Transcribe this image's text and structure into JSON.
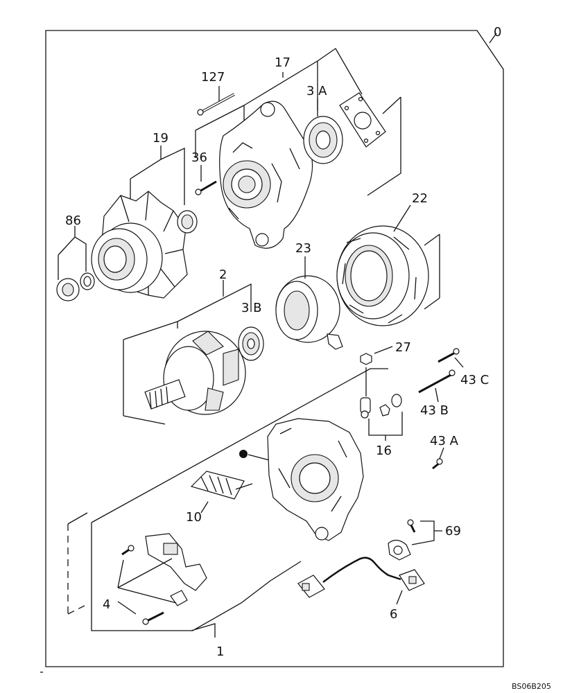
{
  "diagram": {
    "sheet_ref": "0",
    "footer_code": "BS06B205",
    "callouts": [
      {
        "id": "c127",
        "text": "127"
      },
      {
        "id": "c17",
        "text": "17"
      },
      {
        "id": "c3a",
        "text": "3 A"
      },
      {
        "id": "c19",
        "text": "19"
      },
      {
        "id": "c36",
        "text": "36"
      },
      {
        "id": "c22",
        "text": "22"
      },
      {
        "id": "c86",
        "text": "86"
      },
      {
        "id": "c23",
        "text": "23"
      },
      {
        "id": "c2",
        "text": "2"
      },
      {
        "id": "c3b",
        "text": "3 B"
      },
      {
        "id": "c27",
        "text": "27"
      },
      {
        "id": "c43c",
        "text": "43 C"
      },
      {
        "id": "c43b",
        "text": "43 B"
      },
      {
        "id": "c16",
        "text": "16"
      },
      {
        "id": "c43a",
        "text": "43 A"
      },
      {
        "id": "c10",
        "text": "10"
      },
      {
        "id": "c69",
        "text": "69"
      },
      {
        "id": "c6",
        "text": "6"
      },
      {
        "id": "c4",
        "text": "4"
      },
      {
        "id": "c1",
        "text": "1"
      }
    ]
  }
}
